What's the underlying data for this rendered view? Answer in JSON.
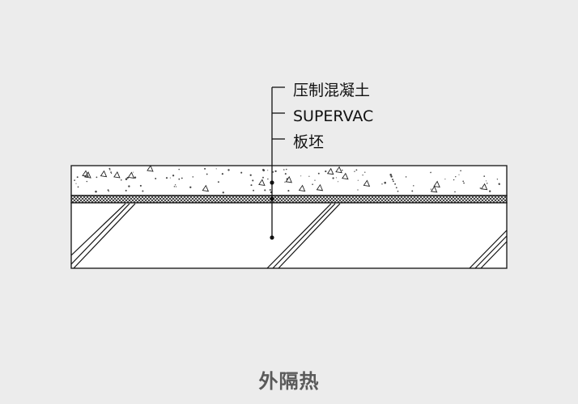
{
  "diagram": {
    "layers": [
      {
        "label": "压制混凝土",
        "pattern": "concrete-aggregate"
      },
      {
        "label": "SUPERVAC",
        "pattern": "insulation-mesh"
      },
      {
        "label": "板坯",
        "pattern": "diagonal-hatch"
      }
    ],
    "caption": "外隔热",
    "colors": {
      "background": "#ececec",
      "line": "#111111",
      "caption": "#5a5a5a"
    }
  }
}
